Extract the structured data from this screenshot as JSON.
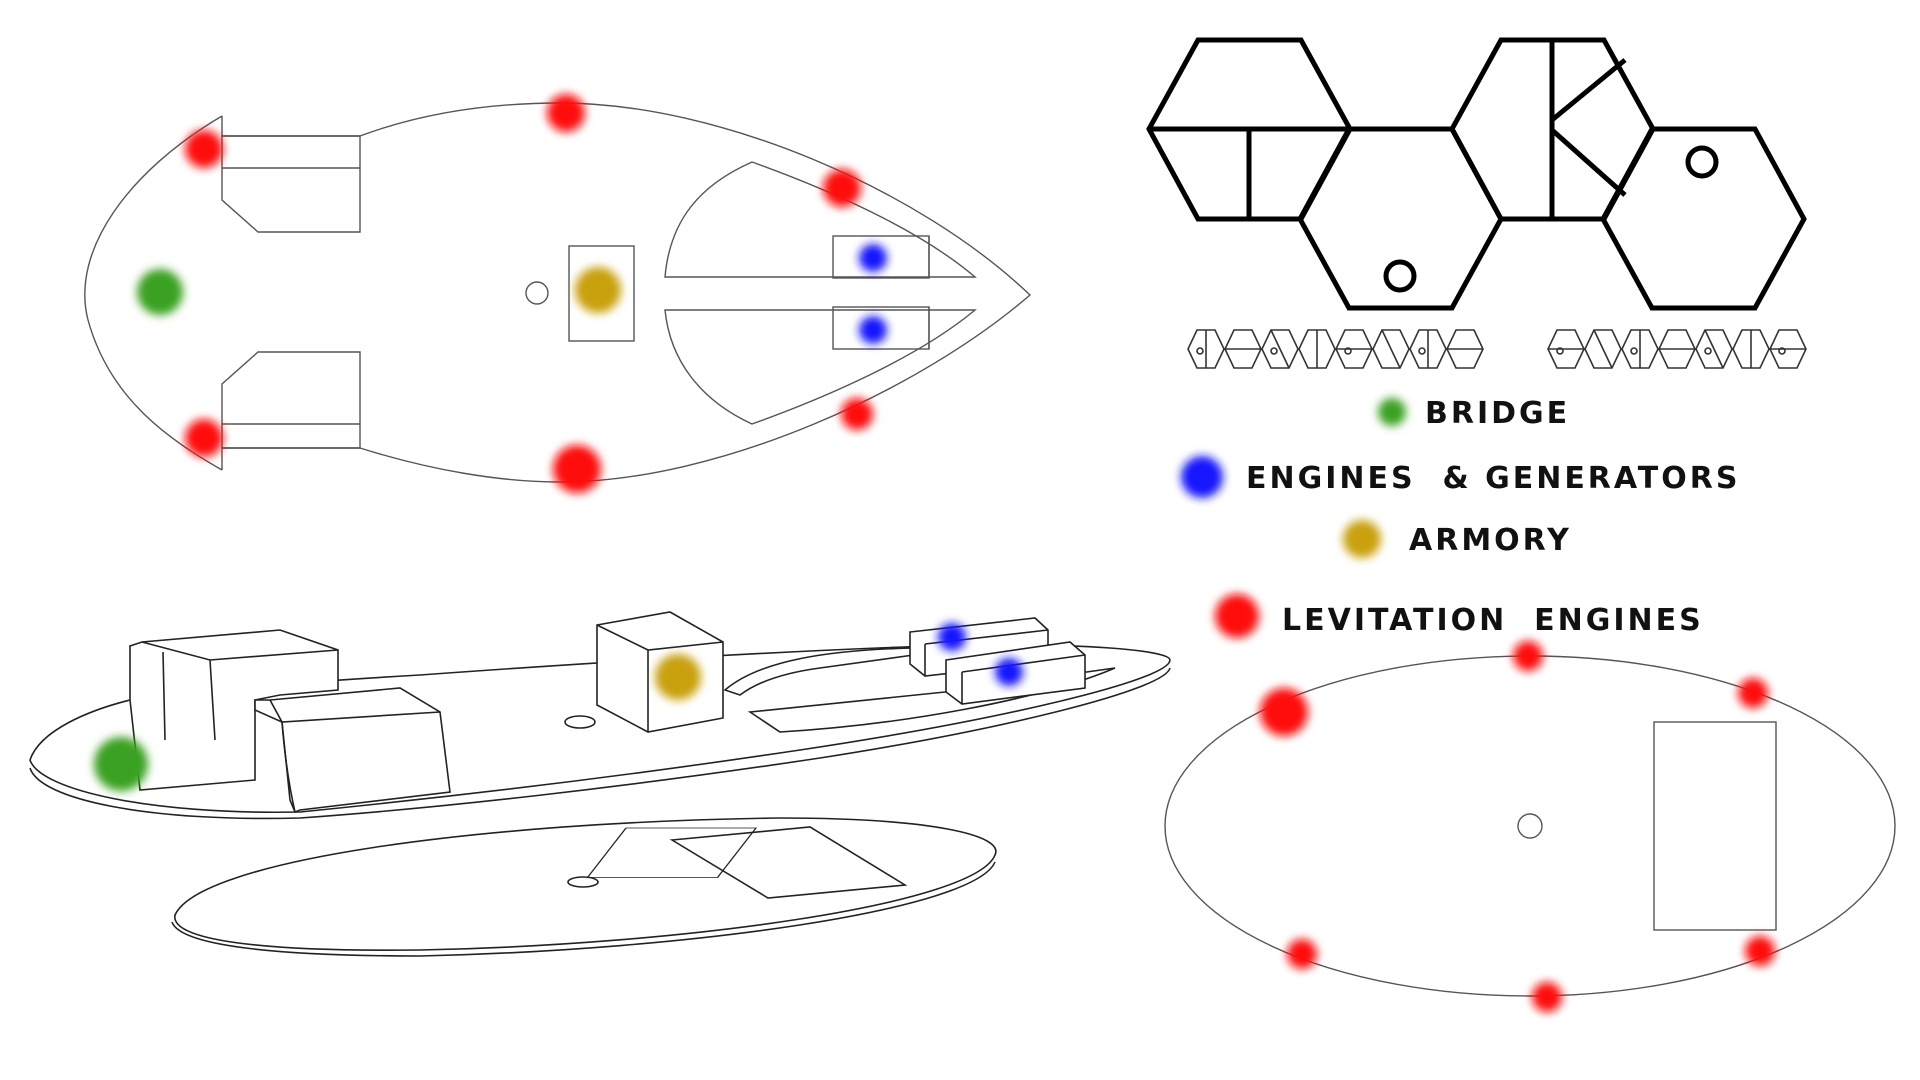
{
  "legend": {
    "items": [
      {
        "key": "bridge",
        "label": "BRIDGE",
        "color": "#3aa121"
      },
      {
        "key": "engines",
        "label": "ENGINES  & GENERATORS",
        "color": "#1414ff"
      },
      {
        "key": "armory",
        "label": "ARMORY",
        "color": "#c9a00a"
      },
      {
        "key": "levitation",
        "label": "LEVITATION  ENGINES",
        "color": "#ff1010"
      }
    ]
  },
  "colors": {
    "line": "#555555",
    "logo": "#000000",
    "background": "#ffffff"
  },
  "logo": {
    "icon": "hexagon-emblem-icon",
    "wordmark_icon": "hexagon-wordmark-icon"
  }
}
